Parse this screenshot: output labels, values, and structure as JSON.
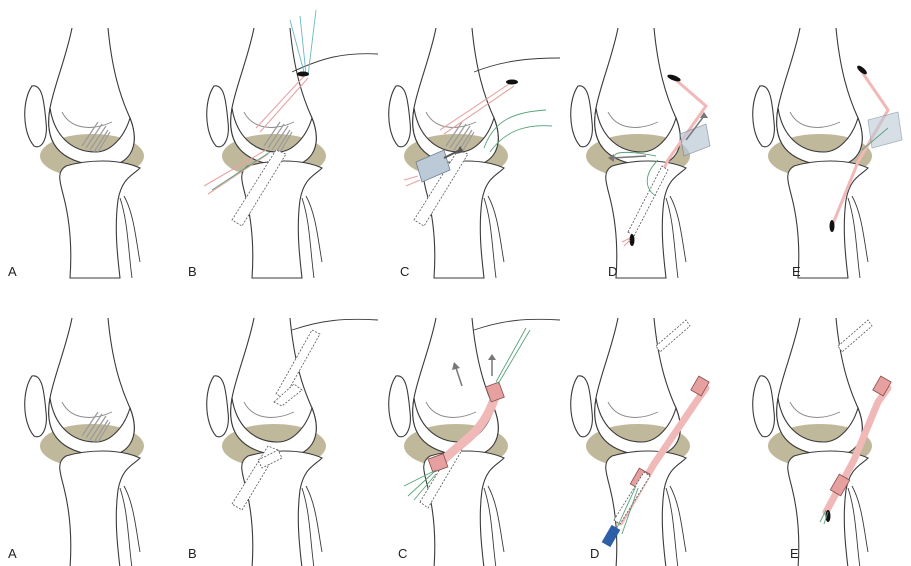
{
  "panels": [
    {
      "label": "A"
    },
    {
      "label": "B"
    },
    {
      "label": "C"
    },
    {
      "label": "D"
    },
    {
      "label": "E"
    },
    {
      "label": "A"
    },
    {
      "label": "B"
    },
    {
      "label": "C"
    },
    {
      "label": "D"
    },
    {
      "label": "E"
    }
  ],
  "colors": {
    "meniscus": "#b9b08f",
    "graft": "#f1b8b8",
    "suture_blue": "#6ab6c2",
    "suture_green": "#58a37a",
    "drill_guide": "#bcc9d6",
    "driver": "#2f5ea8"
  }
}
